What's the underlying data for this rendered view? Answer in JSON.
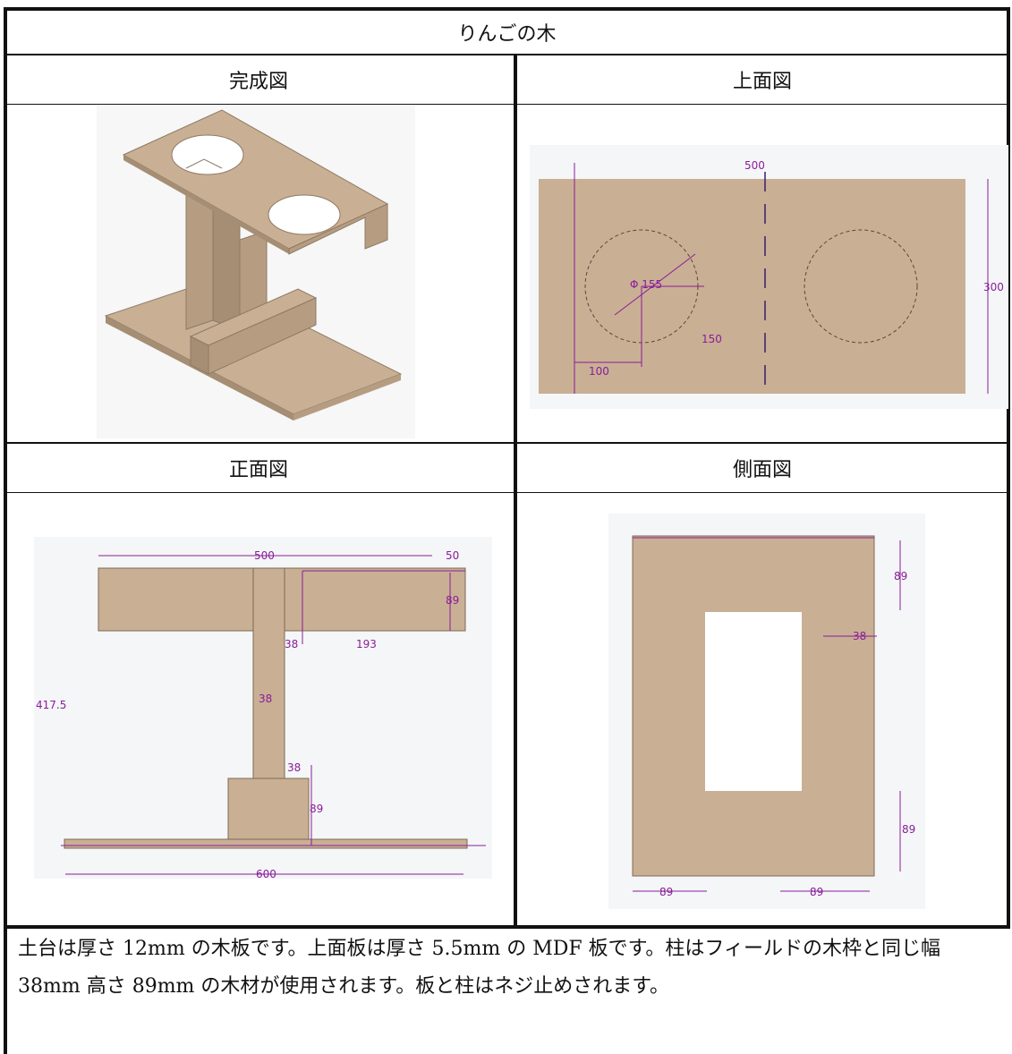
{
  "title": "りんごの木",
  "headers": {
    "complete": "完成図",
    "top": "上面図",
    "front": "正面図",
    "side": "側面図"
  },
  "colors": {
    "wood": "#c9af94",
    "wood_dark": "#a58e74",
    "wood_side": "#b69d82",
    "dimension": "#8a1d9a",
    "border": "#111111"
  },
  "top_view": {
    "width": "500",
    "depth": "300",
    "hole_diameter": "Φ 155",
    "hole_offset_x": "100",
    "hole_offset_y": "150"
  },
  "front_view": {
    "top_width": "500",
    "overhang": "50",
    "top_height": "89",
    "post_gap": "38",
    "top_right": "193",
    "post_width": "38",
    "total_height": "417.5",
    "lower_post": "38",
    "base_block_height": "89",
    "base_width": "600"
  },
  "side_view": {
    "top_height": "89",
    "post_width": "38",
    "bottom_height": "89",
    "left_width": "89",
    "right_width": "89"
  },
  "note": "土台は厚さ 12mm の木板です。上面板は厚さ 5.5mm の MDF 板です。柱はフィールドの木枠と同じ幅 38mm 高さ 89mm の木材が使用されます。板と柱はネジ止めされます。"
}
